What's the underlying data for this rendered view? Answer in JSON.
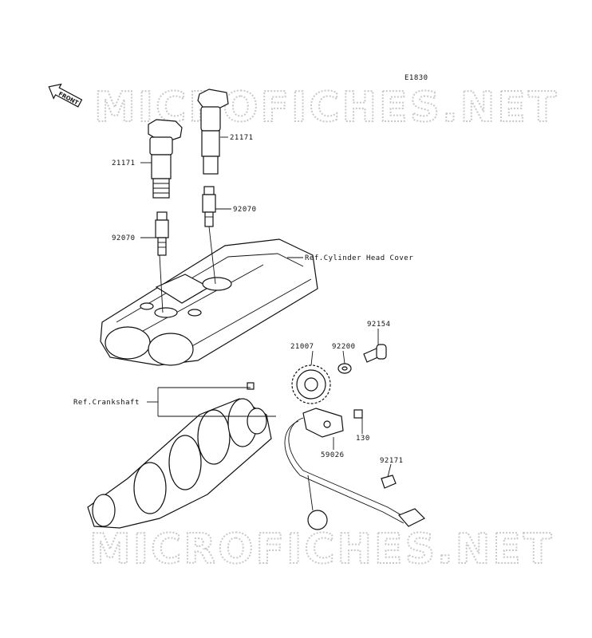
{
  "diagram_code": "E1830",
  "front_label": "FRONT",
  "watermark": "MICROFICHES.NET",
  "callouts": {
    "coil_left": "21171",
    "coil_right": "21171",
    "plug_left": "92070",
    "plug_right": "92070",
    "cylinder_head_cover": "Ref.Cylinder Head Cover",
    "washer_bolt": "92154",
    "washer": "92200",
    "rotor": "21007",
    "crankshaft": "Ref.Crankshaft",
    "bolt_130": "130",
    "sensor": "59026",
    "clamp": "92171"
  }
}
